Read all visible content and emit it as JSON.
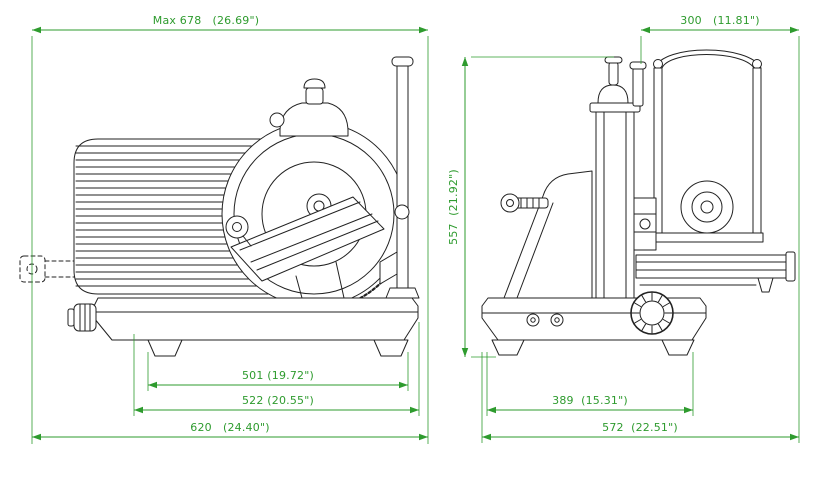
{
  "colors": {
    "dimension_green": "#2e9b2e",
    "drawing_line": "#222222",
    "background": "#ffffff"
  },
  "dimensions": {
    "max_width": "Max 678   (26.69\")",
    "top_depth": "300   (11.81\")",
    "height": "557  (21.92\")",
    "feet_span": "501 (19.72\")",
    "base_width": "522 (20.55\")",
    "overall_width": "620   (24.40\")",
    "side_feet_span": "389  (15.31\")",
    "side_overall_depth": "572  (22.51\")"
  }
}
